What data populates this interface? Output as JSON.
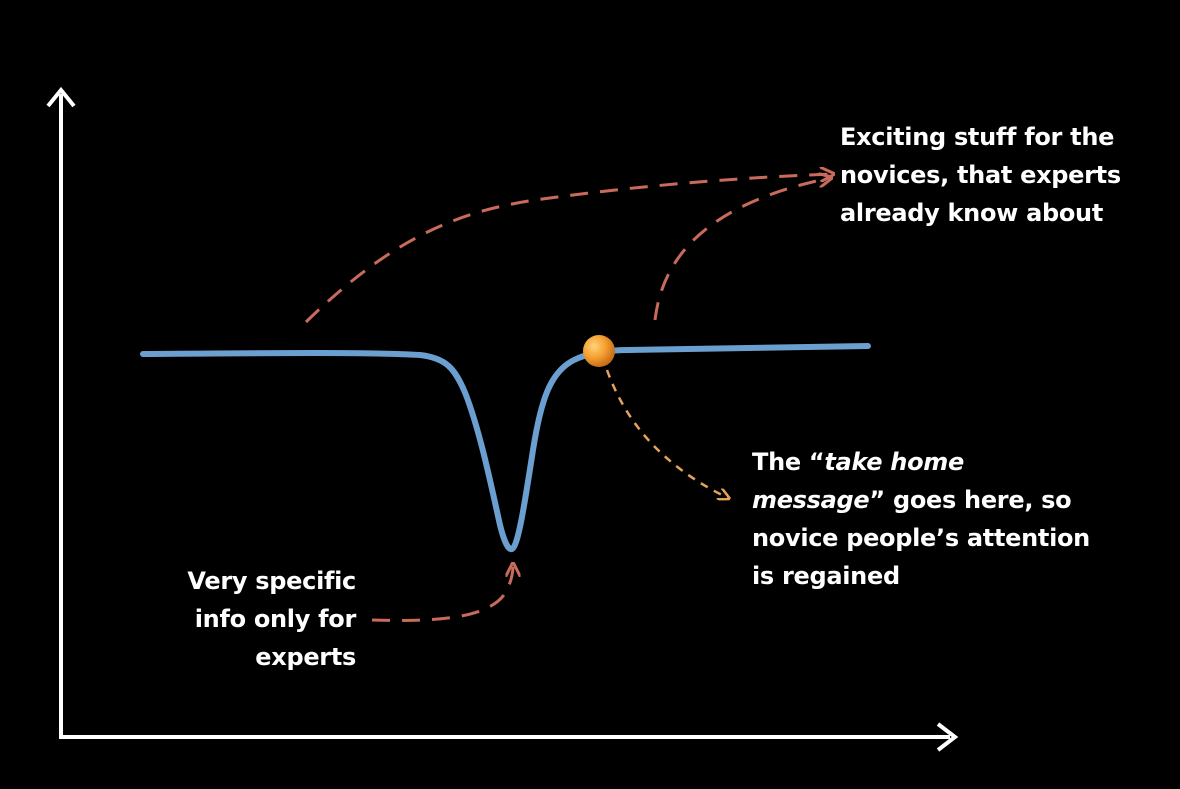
{
  "colors": {
    "background": "#000000",
    "axis": "#ffffff",
    "attention_curve": "#6a9fd0",
    "highlight_dot": "#f5a030",
    "arrow_novices": "#c86a5c",
    "arrow_experts": "#c86a5c",
    "arrow_takehome": "#e5a25c",
    "text": "#ffffff"
  },
  "icons": {
    "y_axis_arrowhead": "arrow-up-icon",
    "x_axis_arrowhead": "arrow-right-icon",
    "highlight_dot": "orange-dot-icon"
  },
  "annotations": {
    "novices": {
      "lines": [
        "Exciting stuff for the",
        "novices, that experts",
        "already know about"
      ]
    },
    "take_home": {
      "line1_prefix": "The “",
      "line1_emph": "take home",
      "line2_emph": "message",
      "line2_suffix": "” goes here, so",
      "line3": "novice people’s attention",
      "line4": "is regained"
    },
    "experts": {
      "lines": [
        "Very specific",
        "info only for",
        "experts"
      ]
    }
  }
}
